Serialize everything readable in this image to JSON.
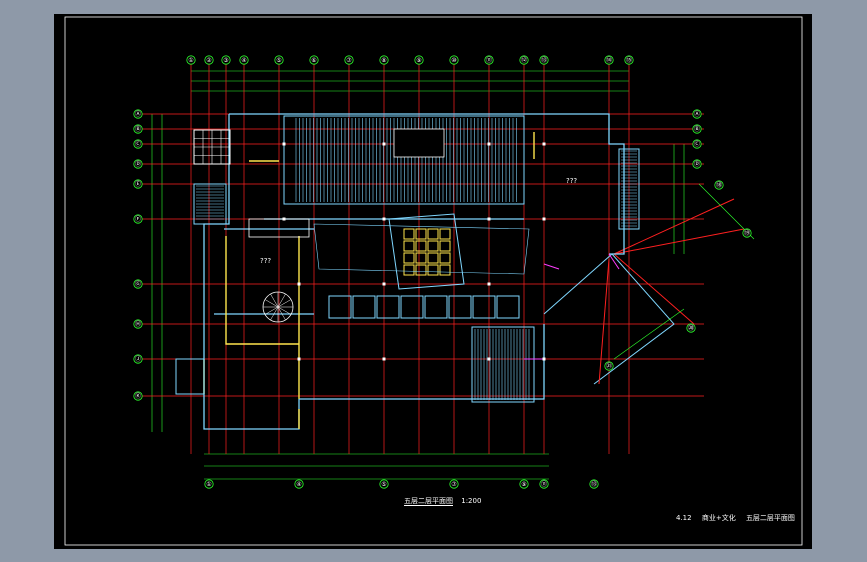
{
  "drawing": {
    "plan_title": "五层二层平面图",
    "plan_scale": "1:200",
    "sheet_number": "4.12",
    "sheet_caption": "商业+文化",
    "sheet_title": "五层二层平面图"
  },
  "colors": {
    "background": "#000000",
    "outer": "#8e99a8",
    "frame_line": "#ffffff",
    "axis": "#ff2020",
    "dimension": "#2cff2c",
    "wall": "#7fd7ff",
    "column": "#ffffff",
    "yellow": "#ffe64d",
    "magenta": "#ff3dff"
  },
  "axes": {
    "top": [
      "①",
      "②",
      "③",
      "④",
      "⑤",
      "⑥",
      "⑦",
      "⑧",
      "⑨",
      "⑩",
      "⑪",
      "⑫",
      "⑬",
      "⑭",
      "⑮"
    ],
    "left": [
      "Ⓐ",
      "Ⓑ",
      "Ⓒ",
      "Ⓓ",
      "Ⓔ",
      "Ⓕ",
      "Ⓖ",
      "Ⓗ",
      "Ⓙ",
      "Ⓚ"
    ],
    "right": [
      "Ⓐ",
      "Ⓑ",
      "Ⓒ",
      "Ⓓ"
    ],
    "bottom": [
      "①",
      "④",
      "⑤",
      "⑦",
      "⑨",
      "⑪",
      "⑬"
    ],
    "diagonal": [
      "⑱",
      "⑲",
      "⑳",
      "㉑"
    ]
  },
  "rooms": {
    "room_a": "???",
    "room_b": "???"
  }
}
